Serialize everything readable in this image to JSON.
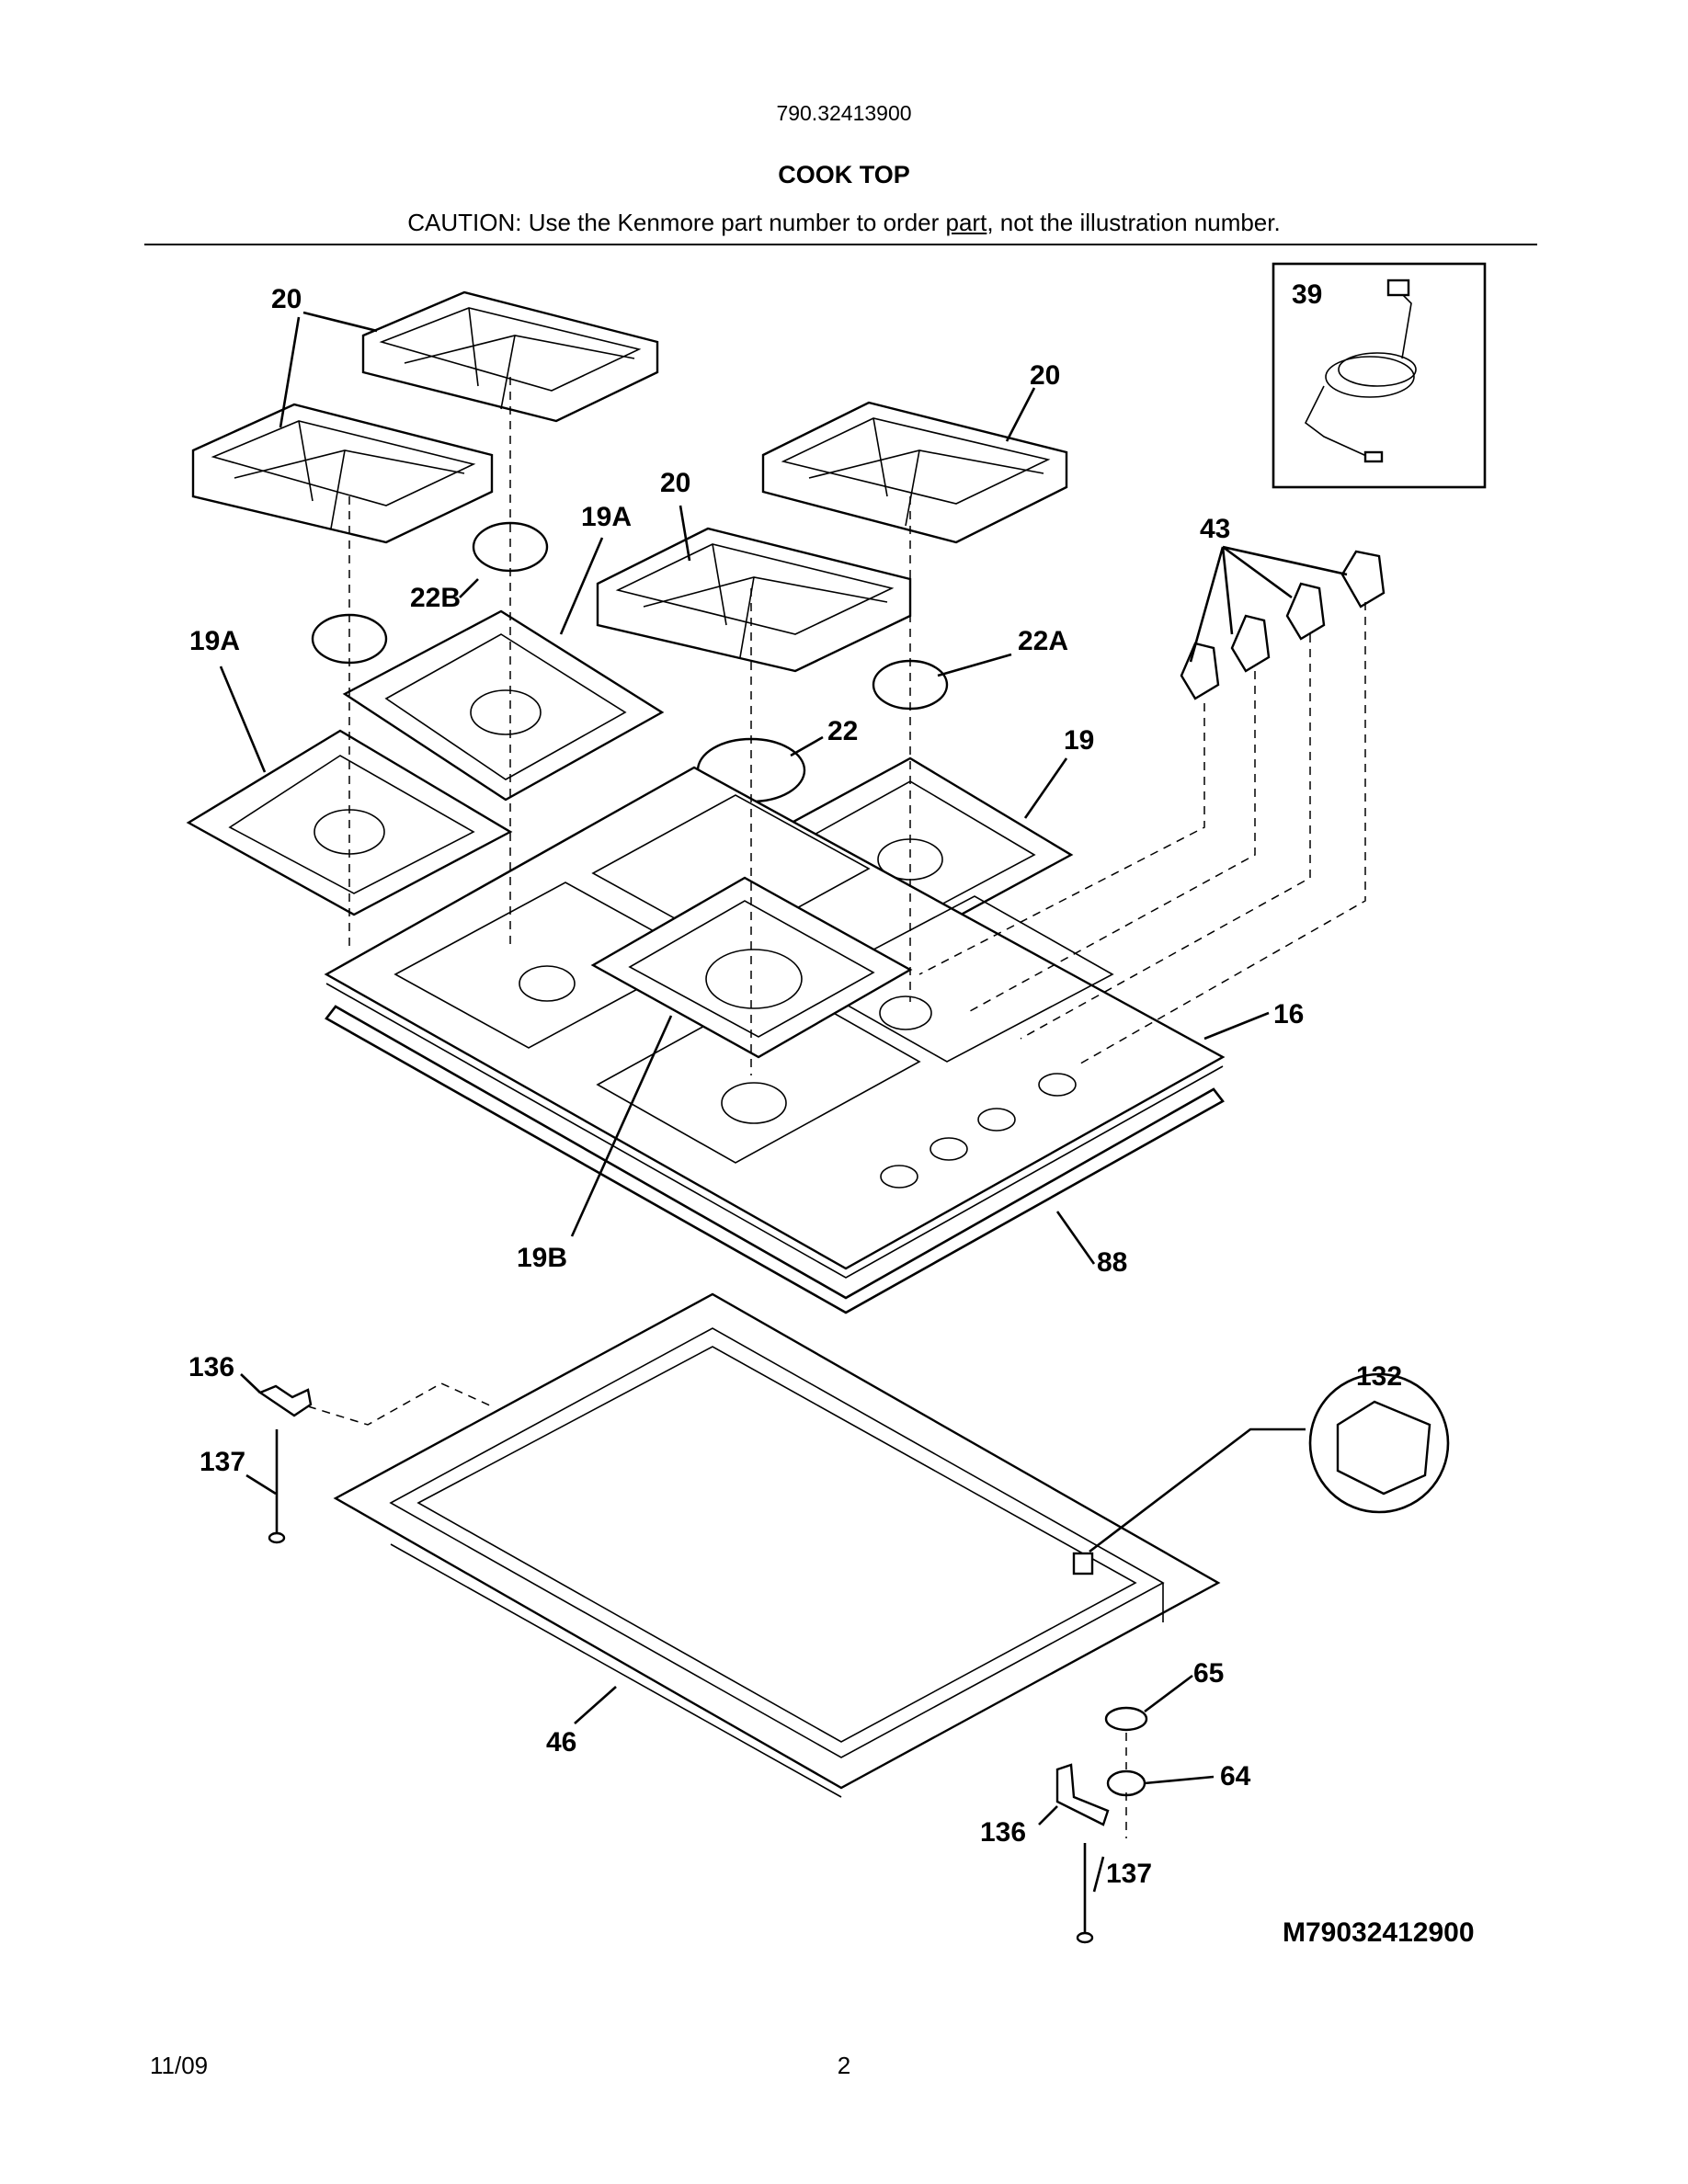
{
  "header": {
    "model_number": "790.32413900",
    "section_title": "COOK TOP",
    "caution_prefix": "CAUTION: Use the Kenmore part number to order ",
    "caution_link": "part",
    "caution_suffix": ", not the illustration number."
  },
  "callouts": {
    "c20a": "20",
    "c20b": "20",
    "c20c": "20",
    "c19a_left": "19A",
    "c19a_mid": "19A",
    "c22b": "22B",
    "c22a": "22A",
    "c22": "22",
    "c19": "19",
    "c19b": "19B",
    "c16": "16",
    "c88": "88",
    "c39": "39",
    "c43": "43",
    "c132": "132",
    "c136_top": "136",
    "c137_top": "137",
    "c46": "46",
    "c65": "65",
    "c64": "64",
    "c136_bottom": "136",
    "c137_bottom": "137"
  },
  "diagram_code": "M79032412900",
  "footer": {
    "date": "11/09",
    "page_number": "2"
  }
}
